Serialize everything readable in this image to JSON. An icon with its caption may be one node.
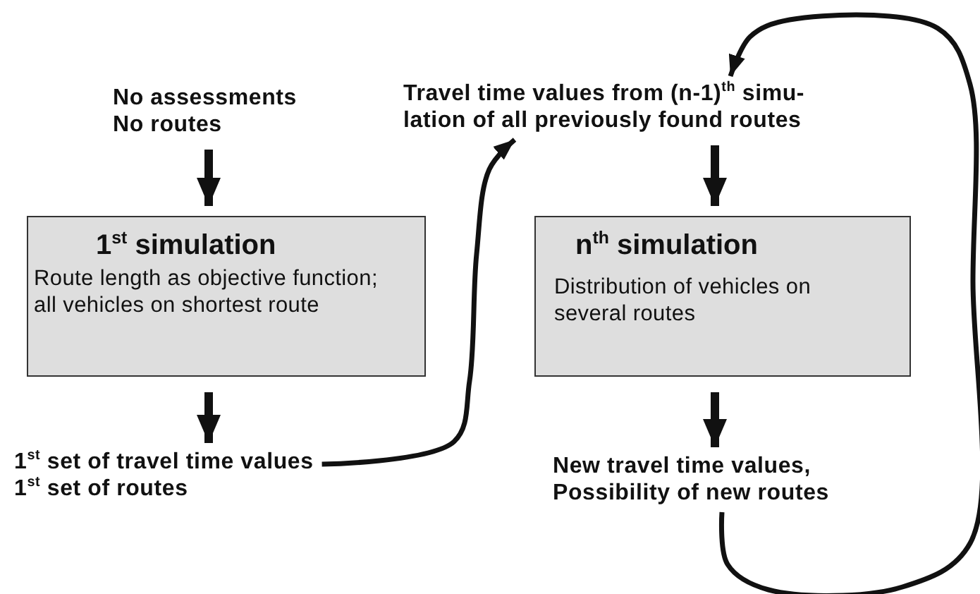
{
  "diagram": {
    "nodes": [
      {
        "text": [
          "No assessments",
          "No routes"
        ]
      },
      {
        "text": [
          "1$^{st}$  simulation",
          "Route length as objective function;",
          "all vehicles on shortest route"
        ]
      },
      {
        "text": [
          "1$^{st}$  set of travel time values",
          "1$^{st}$ set of routes"
        ]
      },
      {
        "text": [
          "Travel time values from (n-1)$^{th}$ simu-",
          "lation of all previously found routes"
        ]
      },
      {
        "text": [
          "n$^{th}$ simulation",
          "Distribution of vehicles on several routes"
        ]
      },
      {
        "text": [
          "New travel time values,",
          "Possibility of new routes"
        ]
      }
    ],
    "edges": [
      {
        "from": 0,
        "to": 1,
        "arrow": "to"
      },
      {
        "from": 1,
        "to": 2,
        "arrow": "to"
      },
      {
        "from": 2,
        "to": 3,
        "arrow": "to"
      },
      {
        "from": 3,
        "to": 4,
        "arrow": "to"
      },
      {
        "from": 4,
        "to": 5,
        "arrow": "to"
      },
      {
        "from": 5,
        "to": 3,
        "arrow": "to"
      }
    ]
  }
}
